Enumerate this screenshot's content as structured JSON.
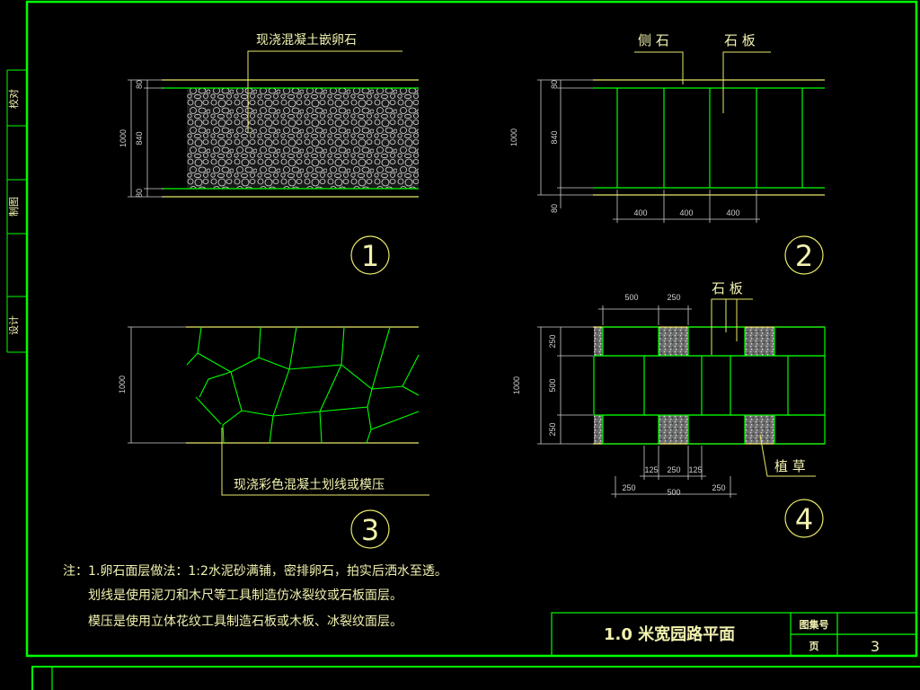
{
  "sidebar": {
    "labels": [
      "校对",
      "制图",
      "设计"
    ]
  },
  "detail1": {
    "callout": "现浇混凝土嵌卵石",
    "dims": [
      "1000",
      "80",
      "840",
      "80"
    ],
    "number": "1"
  },
  "detail2": {
    "callout_curb": "侧 石",
    "callout_slab": "石 板",
    "dims_v": [
      "1000",
      "80",
      "840",
      "80"
    ],
    "dims_h": [
      "400",
      "400",
      "400"
    ],
    "number": "2"
  },
  "detail3": {
    "callout": "现浇彩色混凝土划线或模压",
    "dims": [
      "1000"
    ],
    "number": "3"
  },
  "detail4": {
    "callout_slab": "石 板",
    "callout_grass": "植 草",
    "dims_top": [
      "500",
      "250"
    ],
    "dims_v": [
      "1000",
      "250",
      "500",
      "250"
    ],
    "dims_bottom1": [
      "125",
      "250",
      "125"
    ],
    "dims_bottom2": [
      "250",
      "500",
      "250"
    ],
    "number": "4"
  },
  "notes": [
    "注：1.卵石面层做法：1:2水泥砂满铺，密排卵石，拍实后洒水至透。",
    "划线是使用泥刀和木尺等工具制造仿冰裂纹或石板面层。",
    "模压是使用立体花纹工具制造石板或木板、冰裂纹面层。"
  ],
  "title_block": {
    "title": "1.0 米宽园路平面",
    "atlas_label": "图集号",
    "page_label": "页",
    "page_number": "3"
  },
  "colors": {
    "frame": "#00ff00",
    "edge": "#e8e86a",
    "text": "#f2f2b0",
    "dim": "#cfcfcf"
  }
}
